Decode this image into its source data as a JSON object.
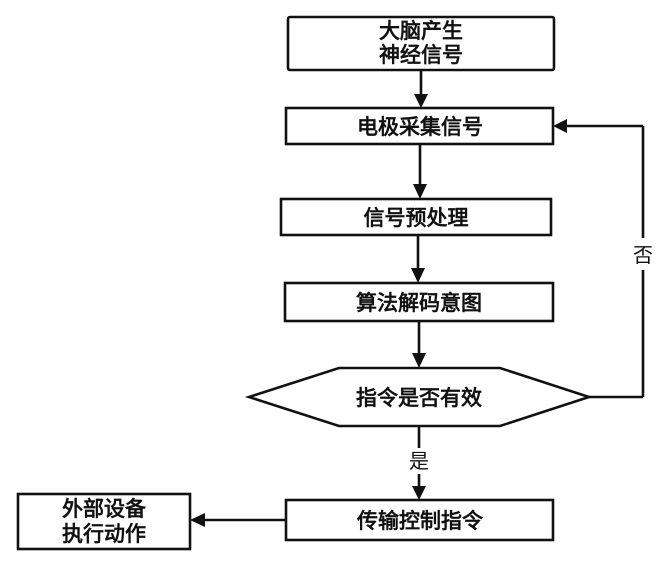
{
  "nodes": {
    "brain_signal": {
      "lines": [
        "大脑产生",
        "神经信号"
      ]
    },
    "electrode_collect": {
      "lines": [
        "电极采集信号"
      ]
    },
    "preprocess": {
      "lines": [
        "信号预处理"
      ]
    },
    "decode": {
      "lines": [
        "算法解码意图"
      ]
    },
    "decision": {
      "lines": [
        "指令是否有效"
      ]
    },
    "transmit": {
      "lines": [
        "传输控制指令"
      ]
    },
    "external_device": {
      "lines": [
        "外部设备",
        "执行动作"
      ]
    }
  },
  "edges": {
    "no_label": "否",
    "yes_label": "是"
  },
  "colors": {
    "stroke": "#111111",
    "background": "#ffffff"
  }
}
